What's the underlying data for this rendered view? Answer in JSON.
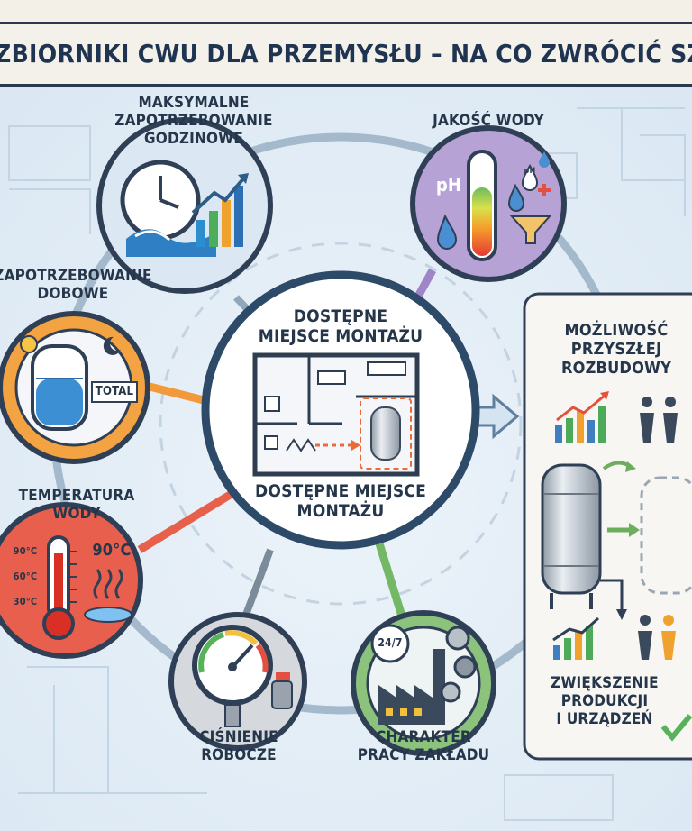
{
  "title": "ZBIORNIKI CWU DLA PRZEMYSŁU – NA CO ZWRÓCIĆ SZCZEGÓLNĄ UWAGĘ",
  "center": {
    "heading": "DOSTĘPNE\nMIEJSCE MONTAŻU",
    "caption": "DOSTĘPNE MIEJSCE\nMONTAŻU"
  },
  "nodes": {
    "peak_demand": {
      "label": "MAKSYMALNE\nZAPOTRZEBOWANIE\nGODZINOWE",
      "icon": "clock-wave-chart-icon"
    },
    "water_quality": {
      "label": "JAKOŚĆ WODY",
      "icon": "ph-test-tube-icon",
      "ph_text": "pH",
      "ph_small": "pH"
    },
    "daily_demand": {
      "label": "ZAPOTRZEBOWANIE\nDOBOWE",
      "icon": "water-tank-day-night-icon",
      "tank_label": "TOTAL"
    },
    "temperature": {
      "label": "TEMPERATURA\nWODY",
      "icon": "thermometer-icon",
      "ticks": [
        "90°C",
        "60°C",
        "30°C"
      ],
      "readout": "90°C"
    },
    "pressure": {
      "label": "CIŚNIENIE\nROBOCZE",
      "icon": "pressure-gauge-icon"
    },
    "plant": {
      "label": "CHARAKTER\nPRACY ZAKŁADU",
      "icon": "factory-gears-icon",
      "badge": "24/7"
    }
  },
  "expansion": {
    "heading": "MOŻLIWOŚĆ\nPRZYSZŁEJ\nROZBUDOWY",
    "footer": "ZWIĘKSZENIE\nPRODUKCJI\nI URZĄDZEŃ",
    "icons": [
      "growth-chart-icon",
      "two-people-icon",
      "steel-tank-icon",
      "future-tank-outline-icon",
      "check-icon"
    ]
  },
  "colors": {
    "title_text": "#1f3450",
    "ring": "#9cb3c6",
    "outline": "#2f3f55",
    "peak_demand": "#d6e4f1",
    "water_quality": "#b9a6d6",
    "daily_demand": "#f3a341",
    "temperature": "#e8604d",
    "pressure": "#d2d6da",
    "plant": "#8cc37c",
    "center_bg": "#ffffff",
    "arrow": "#6c8fb3"
  }
}
